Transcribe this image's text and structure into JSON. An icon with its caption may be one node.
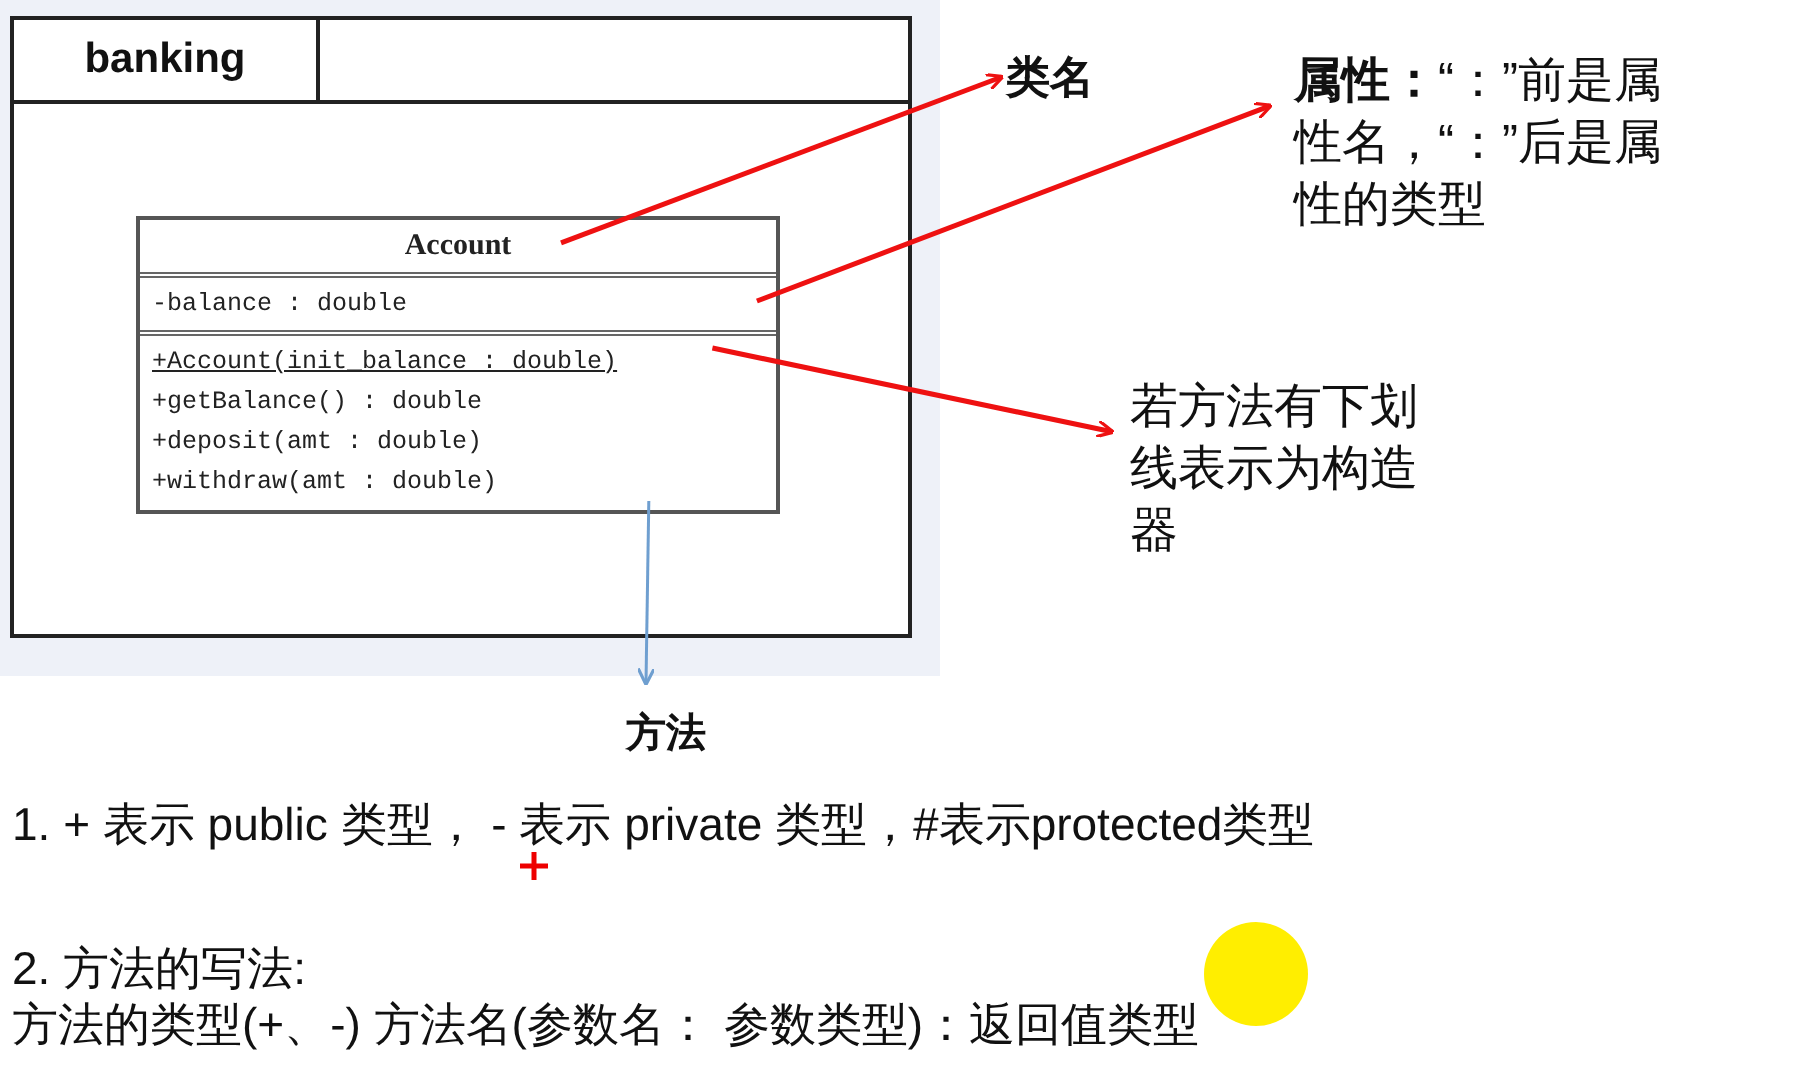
{
  "diagram": {
    "nodes": [
      {
        "text": [
          "banking"
        ]
      },
      {
        "text": [
          "Account"
        ],
        "in": 0
      },
      {
        "text": [
          "-balance : double"
        ],
        "in": 1
      },
      {
        "text": [
          "+Account(init_balance : double)",
          "+getBalance() : double",
          "+deposit(amt : double)",
          "+withdraw(amt : double)"
        ],
        "in": 1
      },
      {
        "text": [
          "类名"
        ]
      },
      {
        "text": [
          "**属性：**“：”前是属性名，“：”后是属性的类型"
        ]
      },
      {
        "text": [
          "若方法有下划线表示为构造器"
        ]
      },
      {
        "text": [
          "方法"
        ]
      }
    ],
    "edges": [
      {
        "from": 1,
        "to": 4,
        "arrow": "to"
      },
      {
        "from": 2,
        "to": 5,
        "arrow": "to"
      },
      {
        "from": 3,
        "to": 6,
        "arrow": "to"
      },
      {
        "from": 3,
        "to": 7,
        "arrow": "to",
        "color": "#6f9fd0"
      }
    ],
    "labels": [
      "1. + 表示 public 类型， - 表示 private 类型，#表示protected类型",
      "2. 方法的写法:",
      "方法的类型(+、-) 方法名(参数名： 参数类型)：返回值类型"
    ]
  }
}
